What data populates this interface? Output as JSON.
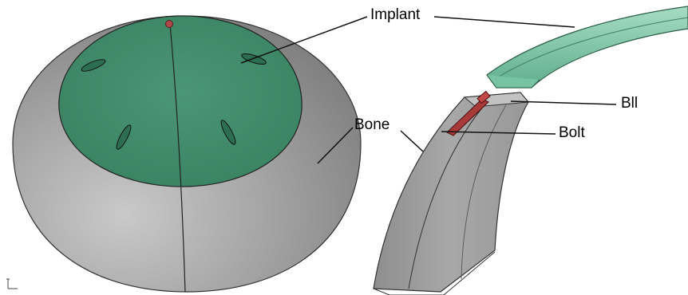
{
  "labels": {
    "implant": "Implant",
    "bone": "Bone",
    "bll": "Bll",
    "bolt": "Bolt"
  },
  "colors": {
    "bone": "#9a9a9a",
    "implant": "#3f8a68",
    "implant_light": "#8fcfb4",
    "bolt": "#a83a3a"
  }
}
